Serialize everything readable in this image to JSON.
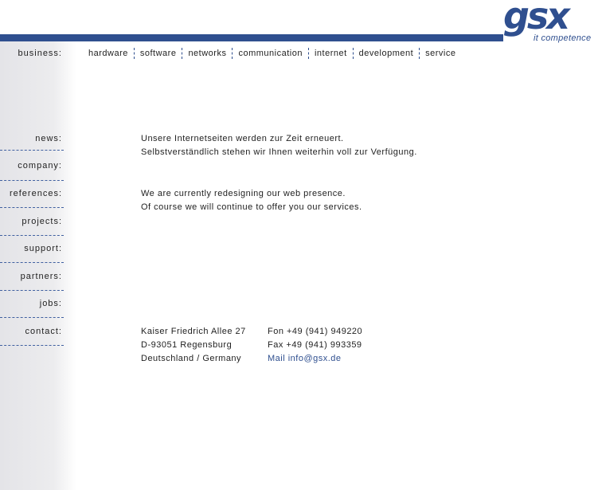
{
  "logo": {
    "text": "gsx",
    "tagline": "it competence"
  },
  "business": {
    "label": "business:",
    "items": [
      "hardware",
      "software",
      "networks",
      "communication",
      "internet",
      "development",
      "service"
    ]
  },
  "sidebar": [
    "news:",
    "company:",
    "references:",
    "projects:",
    "support:",
    "partners:",
    "jobs:",
    "contact:"
  ],
  "notice": {
    "de": [
      "Unsere Internetseiten werden zur Zeit erneuert.",
      "Selbstverständlich stehen wir Ihnen weiterhin voll zur Verfügung."
    ],
    "en": [
      "We are currently redesigning our web presence.",
      "Of course we will continue to offer you our services."
    ]
  },
  "contact": {
    "address": [
      "Kaiser Friedrich Allee 27",
      "D-93051 Regensburg",
      "Deutschland / Germany"
    ],
    "phone": "Fon +49 (941) 949220",
    "fax": "Fax +49 (941) 993359",
    "mail": "Mail info@gsx.de"
  },
  "colors": {
    "brand": "#2f4f8f"
  }
}
